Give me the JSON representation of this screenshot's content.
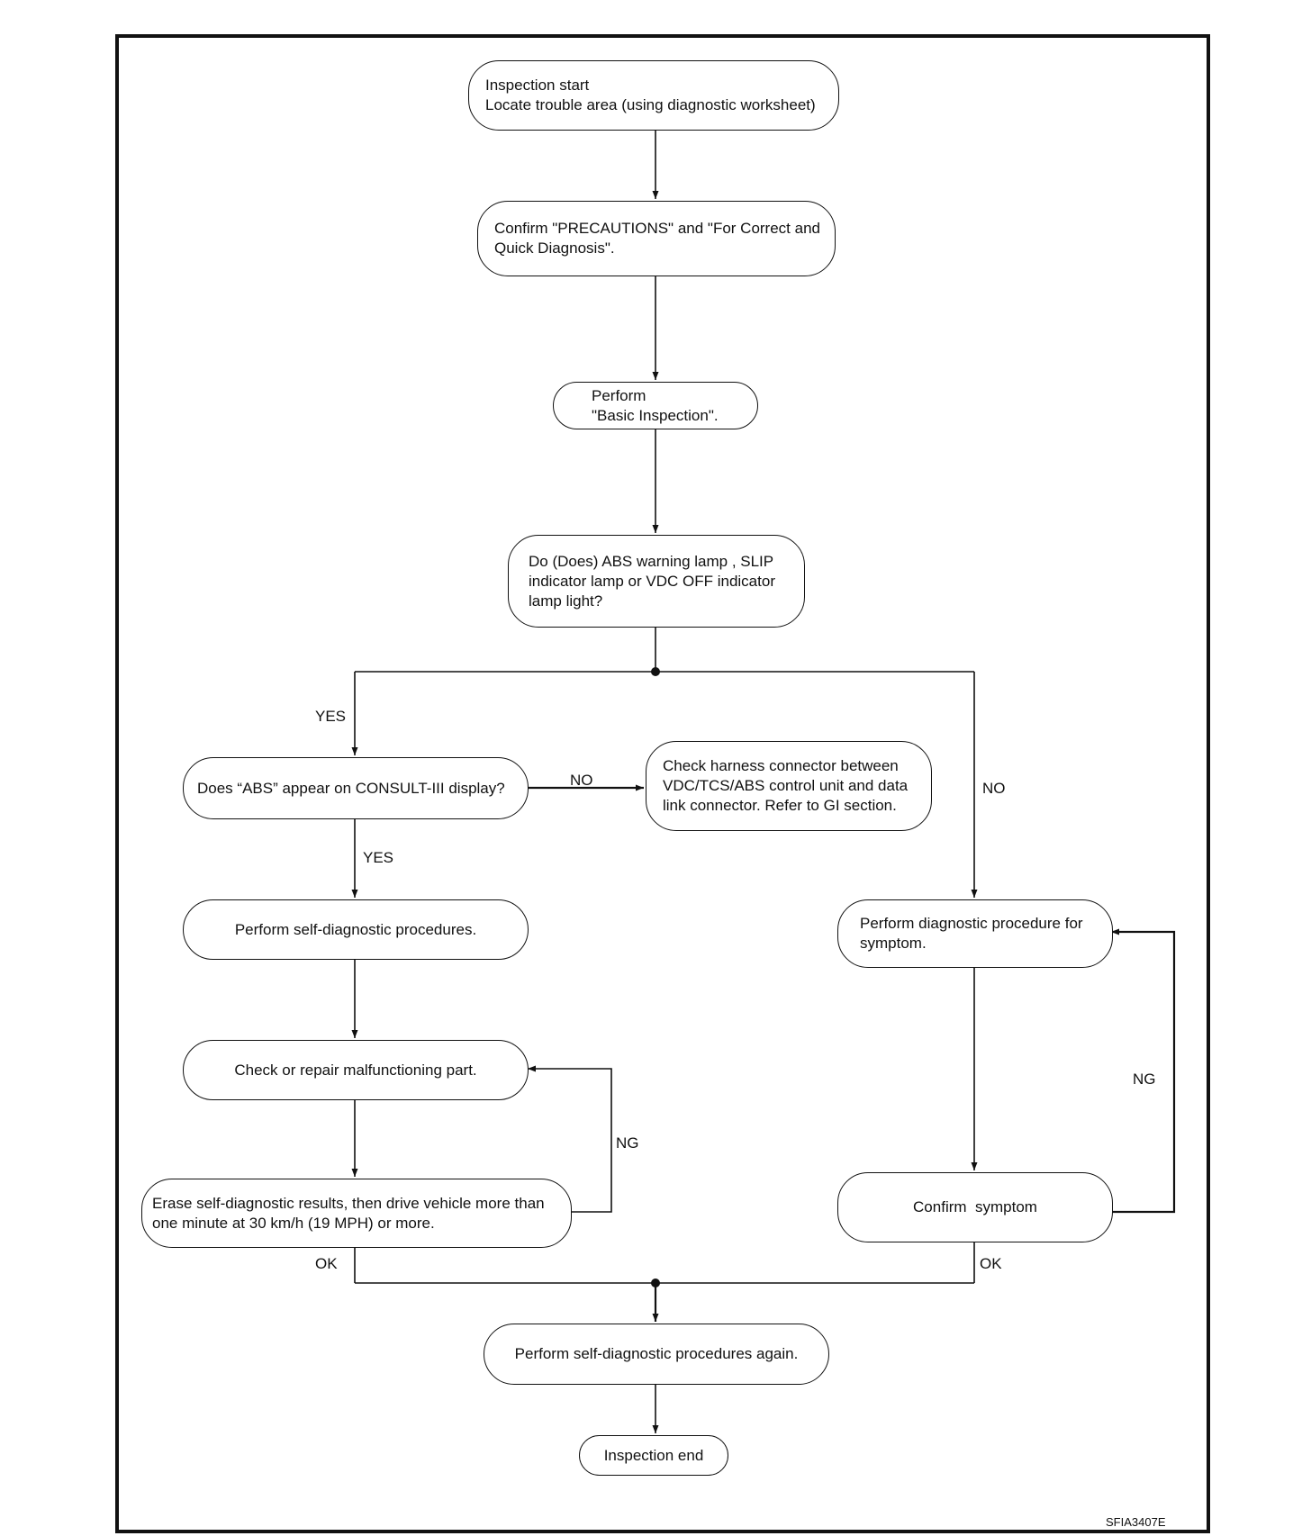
{
  "nodes": {
    "start": {
      "lines": [
        "Inspection start",
        "Locate trouble area (using diagnostic worksheet)"
      ]
    },
    "confirm_precautions": {
      "lines": [
        "Confirm \"PRECAUTIONS\" and \"For Correct and",
        "Quick Diagnosis\"."
      ]
    },
    "basic_inspection": {
      "lines": [
        "Perform",
        "\"Basic Inspection\"."
      ]
    },
    "warning_lamp": {
      "lines": [
        "Do (Does) ABS warning lamp , SLIP",
        "indicator lamp or VDC OFF indicator",
        "lamp light?"
      ]
    },
    "abs_display": {
      "lines": [
        "Does “ABS” appear on CONSULT-III display?"
      ]
    },
    "harness_check": {
      "lines": [
        "Check harness connector between",
        "VDC/TCS/ABS control unit and data",
        "link connector. Refer to GI section."
      ]
    },
    "self_diag": {
      "lines": [
        "Perform self-diagnostic procedures."
      ]
    },
    "repair": {
      "lines": [
        "Check or repair malfunctioning part."
      ]
    },
    "erase": {
      "lines": [
        "Erase self-diagnostic results, then drive vehicle more than",
        "one minute at 30 km/h (19 MPH) or more."
      ]
    },
    "symptom_proc": {
      "lines": [
        "Perform diagnostic procedure for",
        "symptom."
      ]
    },
    "confirm_symptom": {
      "lines": [
        "Confirm  symptom"
      ]
    },
    "self_diag_again": {
      "lines": [
        "Perform self-diagnostic procedures again."
      ]
    },
    "end": {
      "lines": [
        "Inspection end"
      ]
    }
  },
  "labels": {
    "yes_left": "YES",
    "no_right": "NO",
    "no_harness": "NO",
    "yes_self_diag": "YES",
    "ng_left": "NG",
    "ng_right": "NG",
    "ok_left": "OK",
    "ok_right": "OK"
  },
  "figure_code": "SFIA3407E"
}
